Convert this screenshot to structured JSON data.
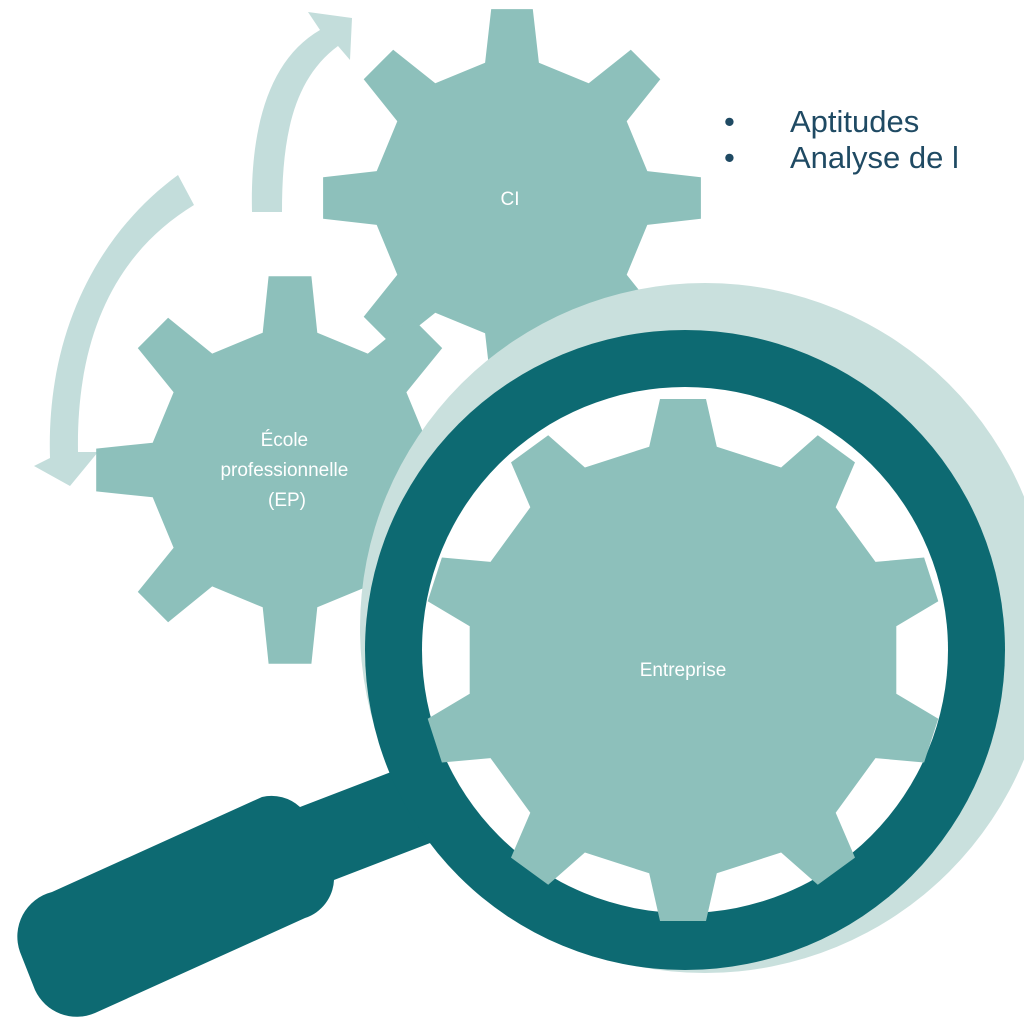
{
  "colors": {
    "gear": "#8dc0bb",
    "arrow": "#c3dddb",
    "lens_ring": "#0d6a72",
    "lens_shadow": "#c9e0dd",
    "label_text": "#ffffff",
    "bullet_text": "#1f4a63"
  },
  "gears": {
    "ci": {
      "label": "CI"
    },
    "ep": {
      "label_lines": [
        "École",
        "professionnelle",
        "(EP)"
      ]
    },
    "entreprise": {
      "label": "Entreprise"
    }
  },
  "bullets": {
    "marker": "•",
    "items": [
      "Aptitudes",
      "Analyse de l"
    ]
  },
  "icons": {
    "cycle_arrows": "curved-arrow-icon",
    "magnifier": "magnifying-glass-icon"
  }
}
